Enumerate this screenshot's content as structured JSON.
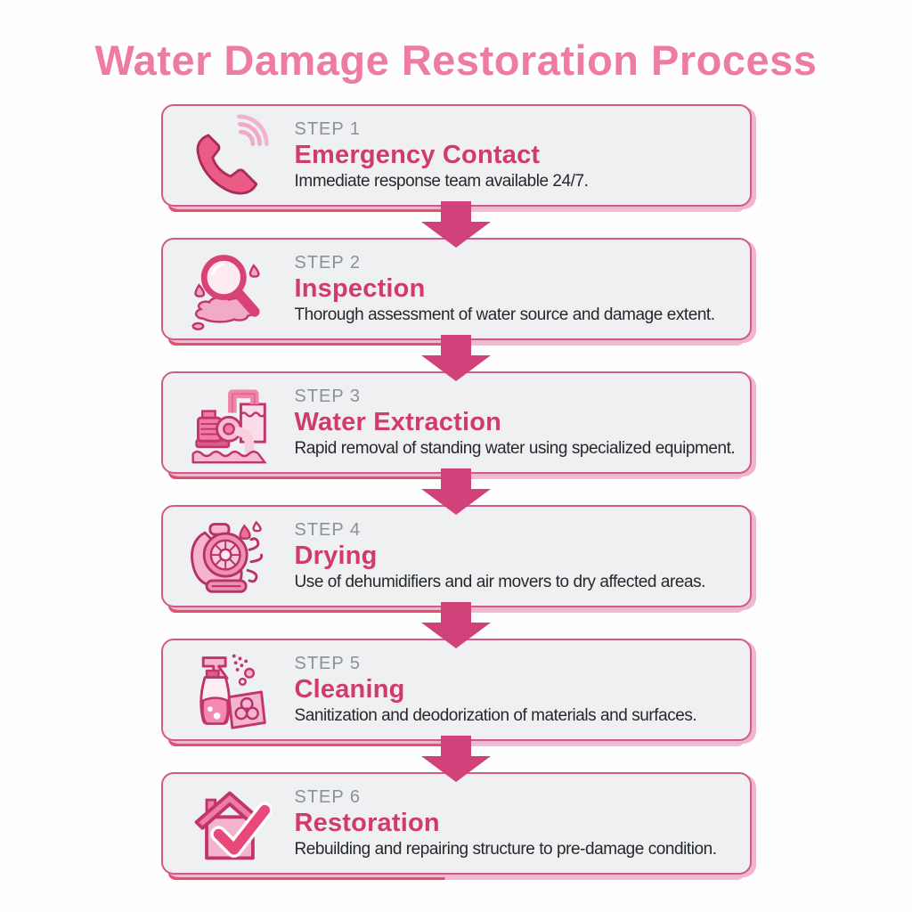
{
  "page": {
    "title": "Water Damage Restoration Process"
  },
  "colors": {
    "title_pink": "#ee7ba3",
    "step_title_pink": "#d13a6f",
    "step_label_gray": "#8d9197",
    "description_dark": "#26282b",
    "card_background": "#eef0f1",
    "card_border": "#cf5c88",
    "shadow_dark_pink": "#e44f70",
    "shadow_light_pink": "#f3bcd6",
    "arrow_pink": "#d1417a",
    "icon_outline": "#b73267",
    "icon_fill": "#ee7ca4",
    "icon_fill_light": "#f6bcd4"
  },
  "steps": [
    {
      "label": "STEP 1",
      "title": "Emergency Contact",
      "description": "Immediate response team available 24/7.",
      "icon": "phone-icon"
    },
    {
      "label": "STEP 2",
      "title": "Inspection",
      "description": "Thorough assessment of water source and damage extent.",
      "icon": "magnifier-water-icon"
    },
    {
      "label": "STEP 3",
      "title": "Water Extraction",
      "description": "Rapid removal of standing water using specialized equipment.",
      "icon": "water-pump-icon"
    },
    {
      "label": "STEP 4",
      "title": "Drying",
      "description": "Use of dehumidifiers and air movers to dry affected areas.",
      "icon": "air-mover-fan-icon"
    },
    {
      "label": "STEP 5",
      "title": "Cleaning",
      "description": "Sanitization and deodorization of materials and surfaces.",
      "icon": "spray-bottle-biohazard-icon"
    },
    {
      "label": "STEP 6",
      "title": "Restoration",
      "description": "Rebuilding and repairing structure to pre-damage condition.",
      "icon": "house-checkmark-icon"
    }
  ]
}
